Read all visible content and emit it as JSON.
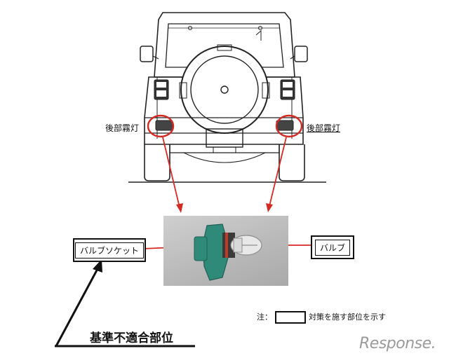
{
  "labels": {
    "fog_left": "後部霧灯",
    "fog_right": "後部霧灯",
    "socket": "バルブソケット",
    "bulb": "バルブ",
    "non_compliant": "基準不適合部位",
    "note_prefix": "注：",
    "note_suffix": "対策を施す部位を示す"
  },
  "logo": {
    "text": "Response."
  },
  "colors": {
    "accent_red": "#d42a24",
    "socket_green": "#2f8a7a",
    "line": "#222222"
  }
}
